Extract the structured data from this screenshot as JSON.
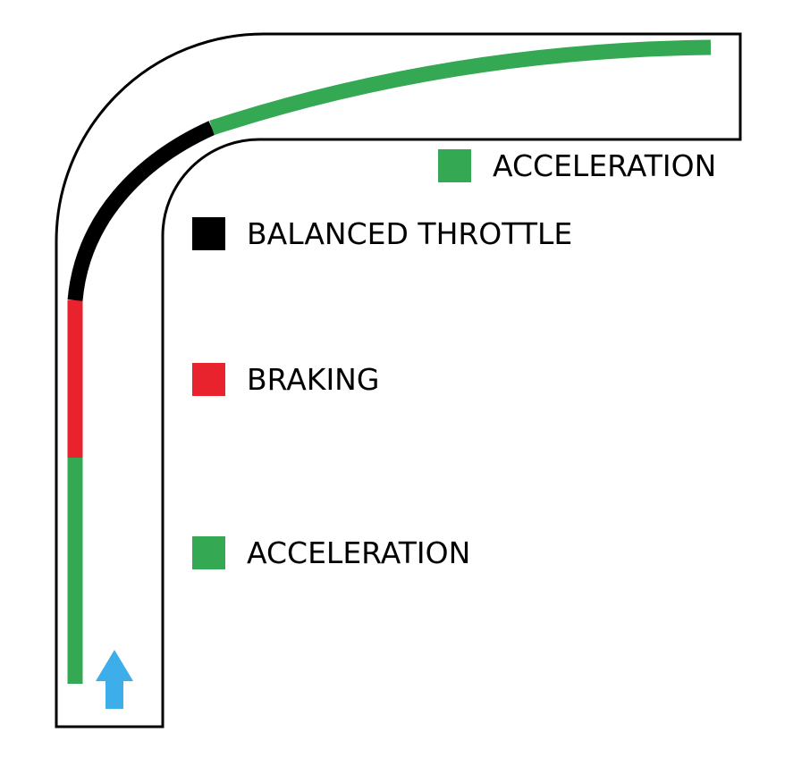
{
  "legend": {
    "top_right": {
      "label": "ACCELERATION",
      "color": "#34a853"
    },
    "balanced": {
      "label": "BALANCED THROTTLE",
      "color": "#000000"
    },
    "braking": {
      "label": "BRAKING",
      "color": "#e8232e"
    },
    "acceleration": {
      "label": "ACCELERATION",
      "color": "#34a853"
    }
  },
  "racing_line": {
    "segments": [
      {
        "phase": "acceleration",
        "color": "#34a853"
      },
      {
        "phase": "braking",
        "color": "#e8232e"
      },
      {
        "phase": "balanced throttle",
        "color": "#000000"
      },
      {
        "phase": "acceleration",
        "color": "#34a853"
      }
    ]
  },
  "direction_arrow": {
    "icon": "arrow-up-icon",
    "color": "#3daee9"
  },
  "track": {
    "border_color": "#000000"
  }
}
